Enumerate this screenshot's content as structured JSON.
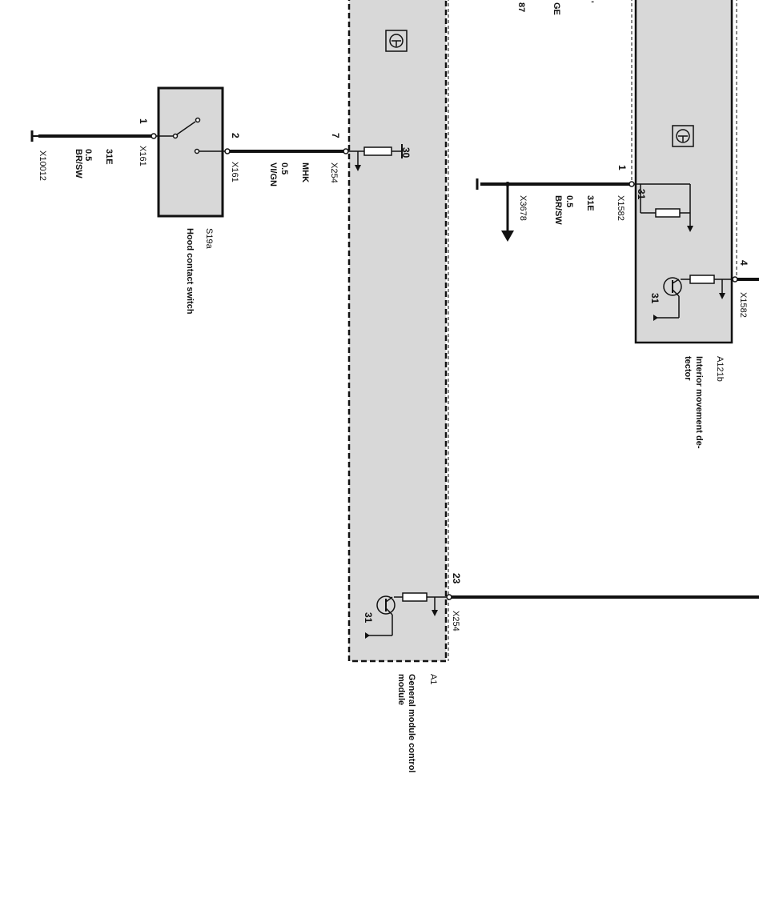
{
  "components": {
    "s19a": {
      "id": "S19a",
      "name": "Hood contact switch",
      "pin_left": "1",
      "pin_right": "2",
      "connector_left": "X161",
      "connector_right": "X161"
    },
    "a1": {
      "id": "A1",
      "name_line1": "General module control",
      "name_line2": "module",
      "pin_top": "7",
      "pin_bottom": "23",
      "connector_top": "X254",
      "connector_bottom": "X254",
      "resistor_value": "30",
      "ground_label": "31"
    },
    "a121b": {
      "id": "A121b",
      "name_line1": "Interior movement de-",
      "name_line2": "tector",
      "pin_top": "1",
      "pin_right": "4",
      "connector_top": "X1582",
      "connector_right": "X1582",
      "ground_label_top": "31",
      "ground_label_mid": "31"
    }
  },
  "wires": {
    "w_ground_s19a": {
      "code": "31E",
      "gauge": "0.5",
      "color": "BR/SW",
      "terminal": "X10012"
    },
    "w_s19a_a1": {
      "code": "MHK",
      "gauge": "0.5",
      "color": "VI/GN"
    },
    "w_ground_a121b": {
      "code": "31E",
      "gauge": "0.5",
      "color": "BR/SW",
      "terminal": "X3678"
    }
  },
  "cutoff_text": {
    "t1": "87",
    "t2": "GE",
    "t3": "'"
  },
  "colors": {
    "module_fill": "#d8d8d8",
    "line": "#111111"
  }
}
